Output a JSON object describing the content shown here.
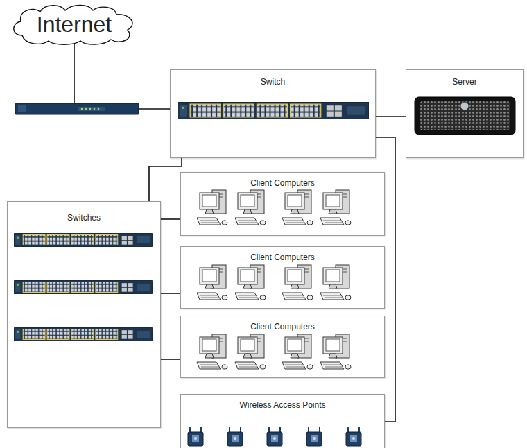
{
  "diagram": {
    "nodes": [
      {
        "text": [
          "Internet"
        ]
      },
      {
        "text": [
          "Switch"
        ]
      },
      {
        "text": [
          "Server"
        ]
      },
      {
        "text": [
          "Switches"
        ]
      },
      {
        "text": [
          "Client Computers"
        ]
      },
      {
        "text": [
          "Client Computers"
        ]
      },
      {
        "text": [
          "Client Computers"
        ]
      },
      {
        "text": [
          "Wireless Access Points"
        ]
      }
    ],
    "edges": [
      {
        "from": 0,
        "to": 1,
        "arrow": "none"
      },
      {
        "from": 1,
        "to": 2,
        "arrow": "none"
      },
      {
        "from": 1,
        "to": 3,
        "arrow": "none"
      },
      {
        "from": 3,
        "to": 4,
        "arrow": "none"
      },
      {
        "from": 3,
        "to": 5,
        "arrow": "none"
      },
      {
        "from": 3,
        "to": 6,
        "arrow": "none"
      },
      {
        "from": 1,
        "to": 7,
        "arrow": "none"
      }
    ]
  }
}
